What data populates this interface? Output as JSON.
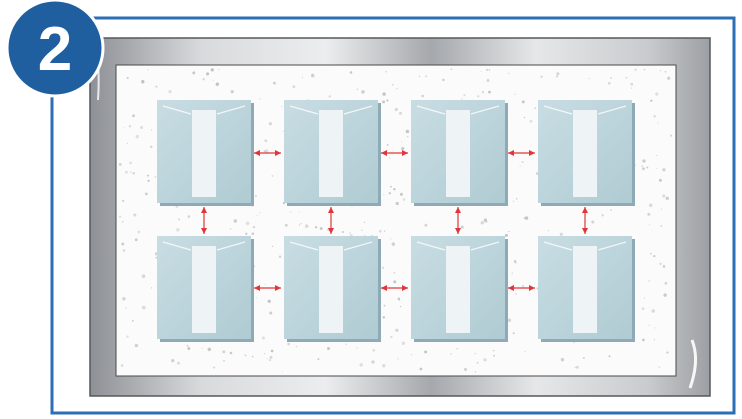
{
  "step": {
    "number": "2",
    "badge_color": "#1f5fa0"
  },
  "frame": {
    "border_color": "#2d6eb4",
    "metal_color": "#b9bcc0"
  },
  "board": {
    "background": "#fbfbfb",
    "speckle_color": "#bfbfbf"
  },
  "tiles": {
    "rows": 2,
    "columns": 4,
    "face_color": "#b9d2d9",
    "edge_color": "#8eaab4",
    "strip_color": "#eef4f6"
  },
  "spacers": {
    "color": "#e0363a",
    "horizontal_gaps_per_row": 3,
    "vertical_gaps": 4
  }
}
